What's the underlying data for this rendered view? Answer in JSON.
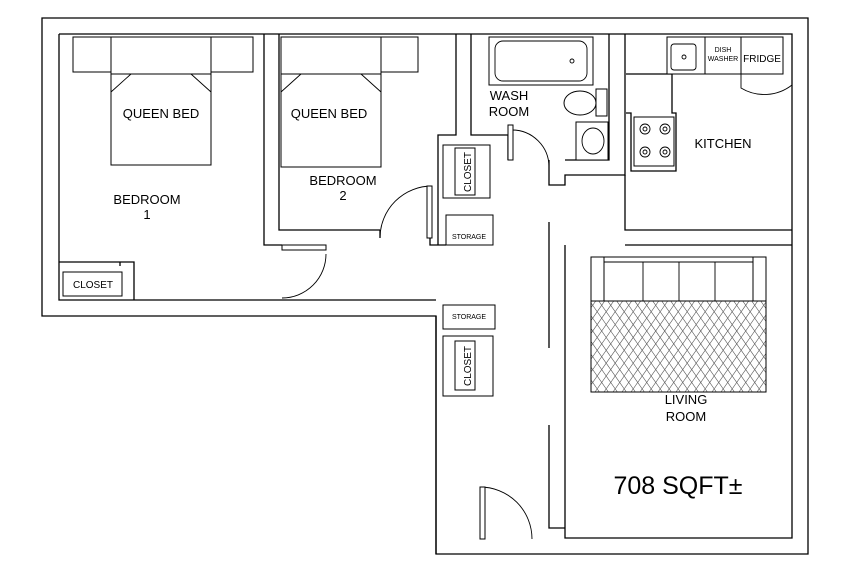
{
  "rooms": {
    "bedroom1": {
      "line1": "BEDROOM",
      "line2": "1",
      "bed": "QUEEN BED"
    },
    "bedroom2": {
      "line1": "BEDROOM",
      "line2": "2",
      "bed": "QUEEN BED"
    },
    "washroom": {
      "line1": "WASH",
      "line2": "ROOM"
    },
    "kitchen": {
      "label": "KITCHEN",
      "dishwasher_line1": "DISH",
      "dishwasher_line2": "WASHER",
      "fridge": "FRIDGE"
    },
    "living": {
      "line1": "LIVING",
      "line2": "ROOM"
    }
  },
  "closets": {
    "bedroom1": "CLOSET",
    "hall_upper": "CLOSET",
    "hall_lower": "CLOSET"
  },
  "storage": {
    "upper": "STORAGE",
    "lower": "STORAGE"
  },
  "area": "708 SQFT±"
}
